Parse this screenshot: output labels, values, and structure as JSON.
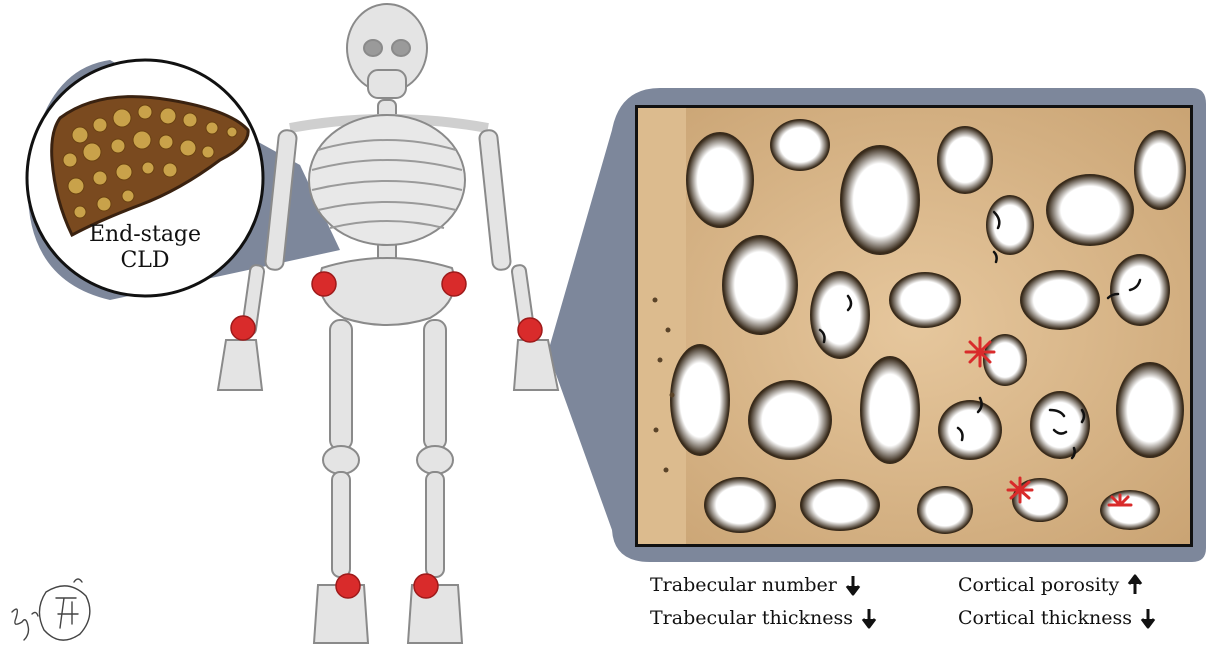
{
  "liver": {
    "label_line1": "End-stage",
    "label_line2": "CLD"
  },
  "metrics": {
    "trabecular_number": {
      "label": "Trabecular number",
      "direction": "down"
    },
    "trabecular_thickness": {
      "label": "Trabecular thickness",
      "direction": "down"
    },
    "cortical_porosity": {
      "label": "Cortical porosity",
      "direction": "up"
    },
    "cortical_thickness": {
      "label": "Cortical thickness",
      "direction": "down"
    }
  },
  "colors": {
    "callout": "#7d879b",
    "bone_tan": "#d9b98f",
    "bone_dark": "#2b2116",
    "liver_brown": "#7a4a1f",
    "liver_nodule": "#c9a24a",
    "fracture_red": "#d92b2b",
    "skeleton": "#e4e4e4"
  },
  "icons": {
    "signature": "signature-icon",
    "arrow_down": "arrow-down-icon",
    "arrow_up": "arrow-up-icon"
  }
}
